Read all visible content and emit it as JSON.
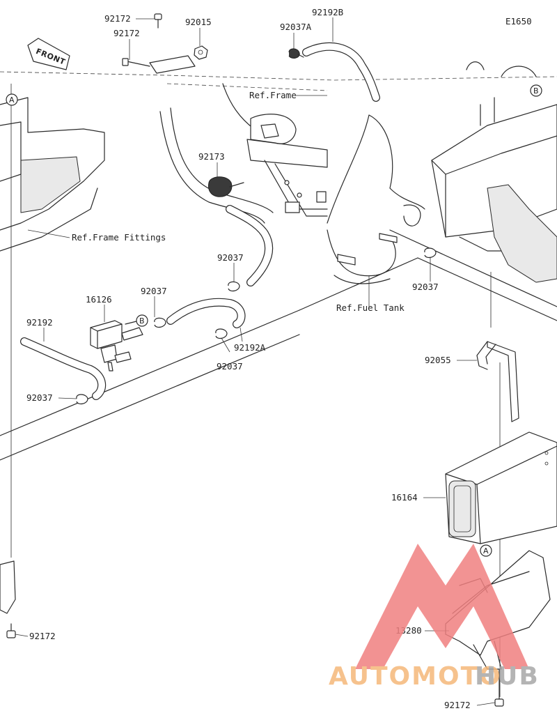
{
  "diagram_code": "E1650",
  "front_label": "FRONT",
  "refs": {
    "frame_fittings": "Ref.Frame Fittings",
    "frame": "Ref.Frame",
    "fuel_tank": "Ref.Fuel Tank"
  },
  "callouts": {
    "a": "A",
    "b": "B"
  },
  "parts": [
    {
      "id": "p92172_top",
      "label": "92172"
    },
    {
      "id": "p92172_bolt",
      "label": "92172"
    },
    {
      "id": "p92015",
      "label": "92015"
    },
    {
      "id": "p92037a",
      "label": "92037A"
    },
    {
      "id": "p92192b",
      "label": "92192B"
    },
    {
      "id": "p92173",
      "label": "92173"
    },
    {
      "id": "p92037_hose",
      "label": "92037"
    },
    {
      "id": "p92037_valve",
      "label": "92037"
    },
    {
      "id": "p16126",
      "label": "16126"
    },
    {
      "id": "p92192",
      "label": "92192"
    },
    {
      "id": "p92192a",
      "label": "92192A"
    },
    {
      "id": "p92037_a",
      "label": "92037"
    },
    {
      "id": "p92037_left",
      "label": "92037"
    },
    {
      "id": "p92037_tank",
      "label": "92037"
    },
    {
      "id": "p92055",
      "label": "92055"
    },
    {
      "id": "p16164",
      "label": "16164"
    },
    {
      "id": "p13280",
      "label": "13280"
    },
    {
      "id": "p92172_left",
      "label": "92172"
    },
    {
      "id": "p92172_bottom",
      "label": "92172"
    }
  ],
  "watermark": {
    "text_orange": "AUTOMOTO",
    "text_grey": "HUB",
    "color_red": "#f08080",
    "color_orange": "#f5b87a",
    "color_grey": "#a8a8a8"
  }
}
